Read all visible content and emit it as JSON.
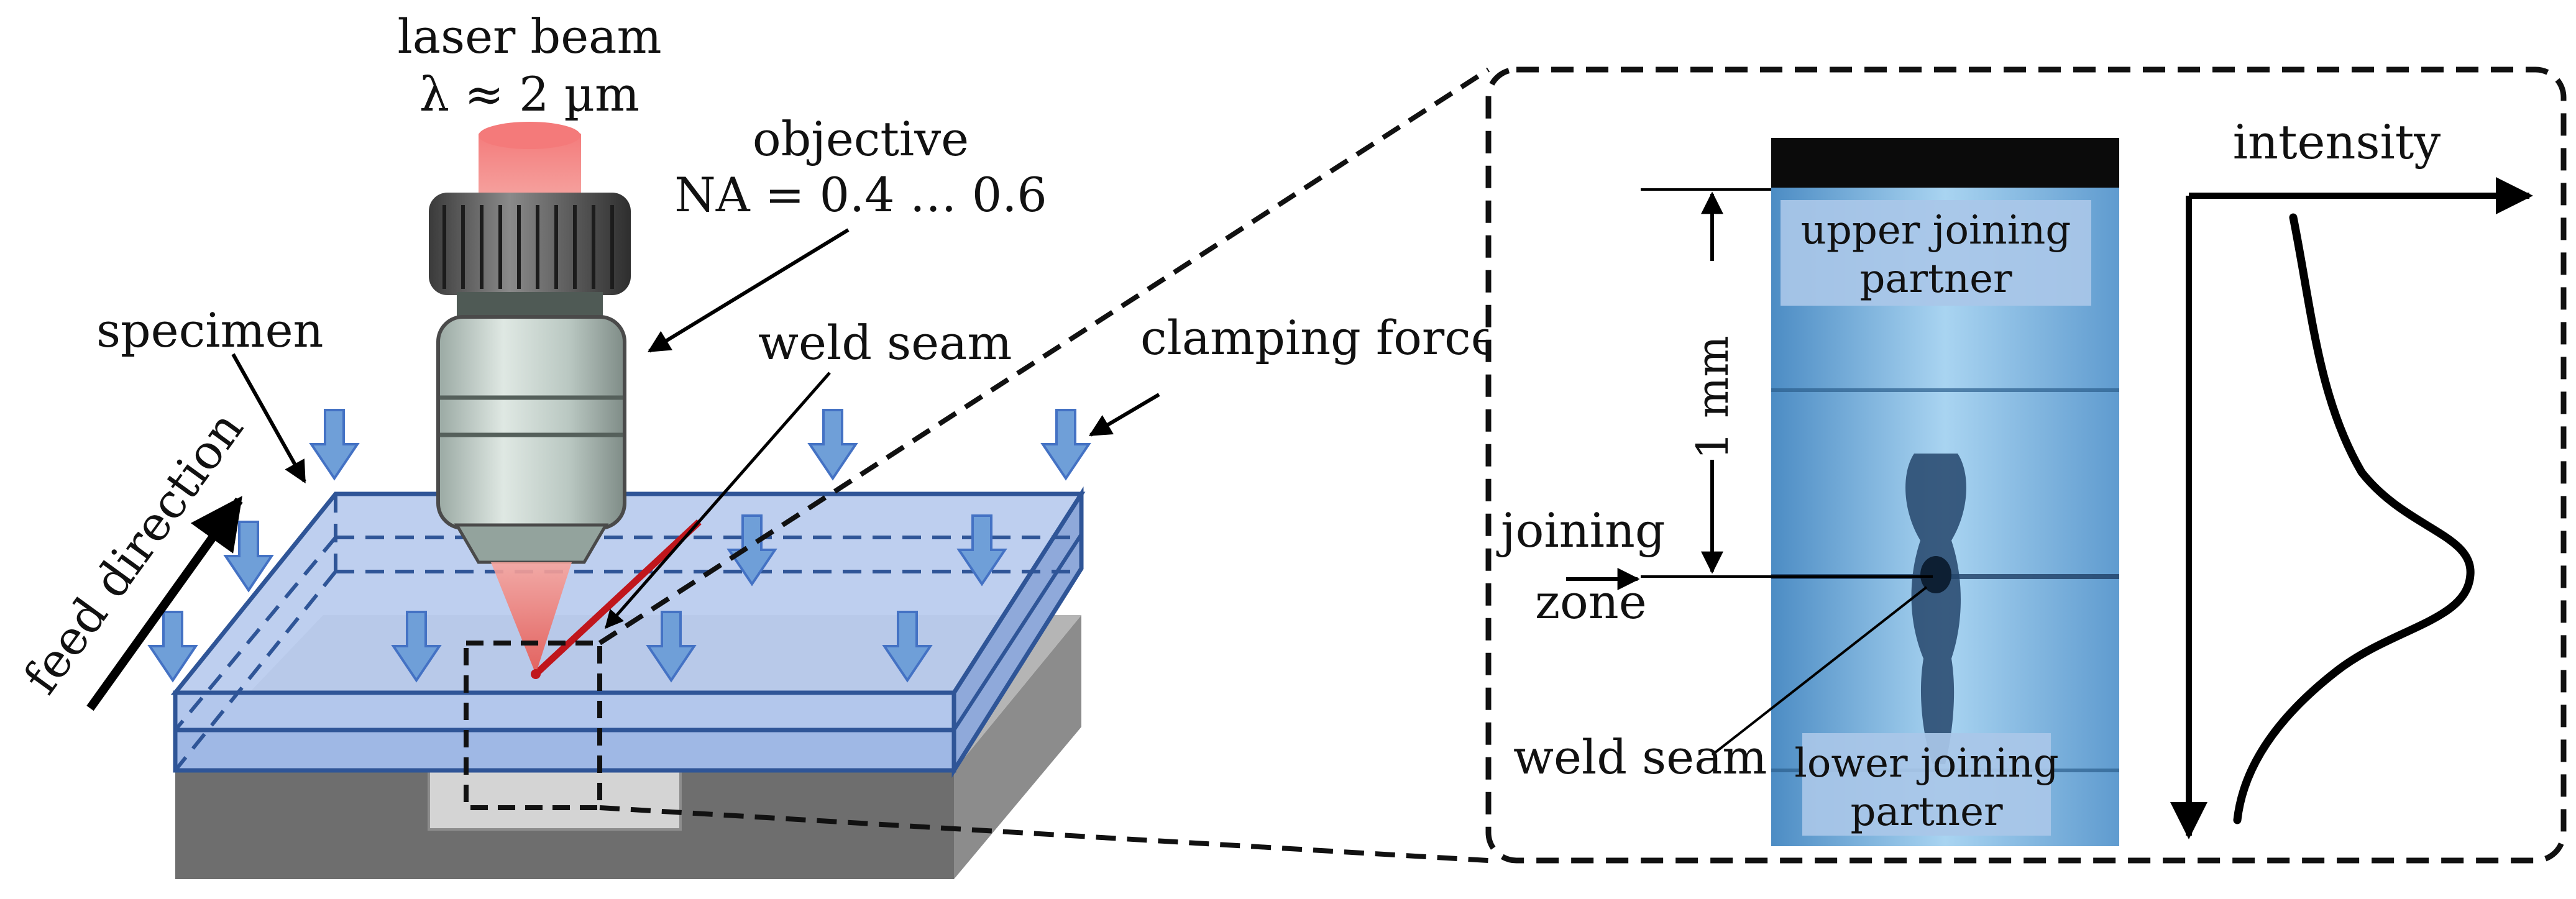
{
  "labels": {
    "laser_beam": "laser beam",
    "wavelength": "λ ≈ 2 µm",
    "objective": "objective",
    "numerical_aperture": "NA = 0.4 … 0.6",
    "specimen": "specimen",
    "weld_seam_left": "weld seam",
    "clamping_force": "clamping force",
    "feed_direction": "feed direction",
    "upper_joining_partner_line1": "upper joining",
    "upper_joining_partner_line2": "partner",
    "lower_joining_partner_line1": "lower joining",
    "lower_joining_partner_line2": "partner",
    "scale_bar": "1 mm",
    "joining_zone_line1": "joining",
    "joining_zone_line2": "zone",
    "weld_seam_right": "weld seam",
    "intensity": "intensity"
  },
  "colors": {
    "laser": "#f08a80",
    "laser_focus": "#cc1f1f",
    "glass_top": "#a9bfe6",
    "glass_edge": "#2f5597",
    "arrow_fill": "#6f9fd8",
    "arrow_stroke": "#4472c4",
    "base_dark": "#6e6e6e",
    "base_light": "#a0a0a0",
    "micrograph": "#7db7e2",
    "label_box": "#a9c7e8"
  },
  "icons": {
    "clamp": "down-arrow-icon",
    "objective": "microscope-objective-icon"
  }
}
